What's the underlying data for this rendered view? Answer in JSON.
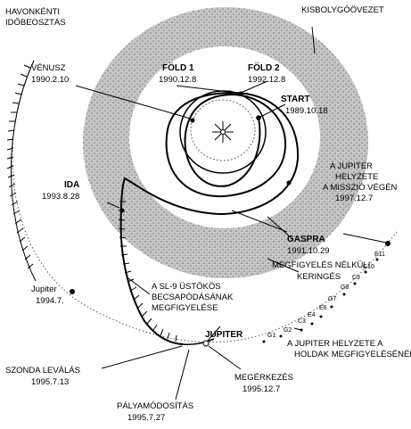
{
  "labels": {
    "schedule_line1": "HAVONKÉNTI",
    "schedule_line2": "IDŐBEOSZTÁS",
    "asteroid_belt": "KISBOLYGÓÖVEZET",
    "venus": "VÉNUSZ",
    "venus_date": "1990.2.10",
    "earth1": "FÖLD 1",
    "earth1_date": "1990.12.8",
    "earth2": "FÖLD 2",
    "earth2_date": "1992.12.8",
    "start": "START",
    "start_date": "1989.10.18",
    "jupiter_end_line1": "A JUPITER",
    "jupiter_end_line2": "HELYZETE",
    "jupiter_end_line3": "A MISSZIÓ VÉGÉN",
    "jupiter_end_date": "1997.12.7",
    "ida": "IDA",
    "ida_date": "1993.8.28",
    "gaspra": "GASPRA",
    "gaspra_date": "1991.10.29",
    "unobserved_line1": "MEGFIGYELÉS NÉLKÜLI",
    "unobserved_line2": "KERINGÉS",
    "jupiter_1994": "Jupiter",
    "jupiter_1994_date": "1994.7.",
    "sl9_line1": "A SL-9 ÜSTÖKÖS",
    "sl9_line2": "BECSAPÓDÁSÁNAK",
    "sl9_line3": "MEGFIGYELÉSE",
    "jupiter_main": "JUPITER",
    "moons_line1": "A JUPITER HELYZETE A",
    "moons_line2": "HOLDAK MEGFIGYELÉSÉNÉL",
    "probe_release": "SZONDA LEVÁLÁS",
    "probe_release_date": "1995.7.13",
    "arrival": "MEGÉRKEZÉS",
    "arrival_date": "1995.12.7",
    "orbit_change": "PÁLYAMÓDOSÍTÁS",
    "orbit_change_date": "1995.7.27"
  },
  "encounters": [
    "G1",
    "G2",
    "C3",
    "E4",
    "E6",
    "G7",
    "G8",
    "C9",
    "C10",
    "E11"
  ]
}
